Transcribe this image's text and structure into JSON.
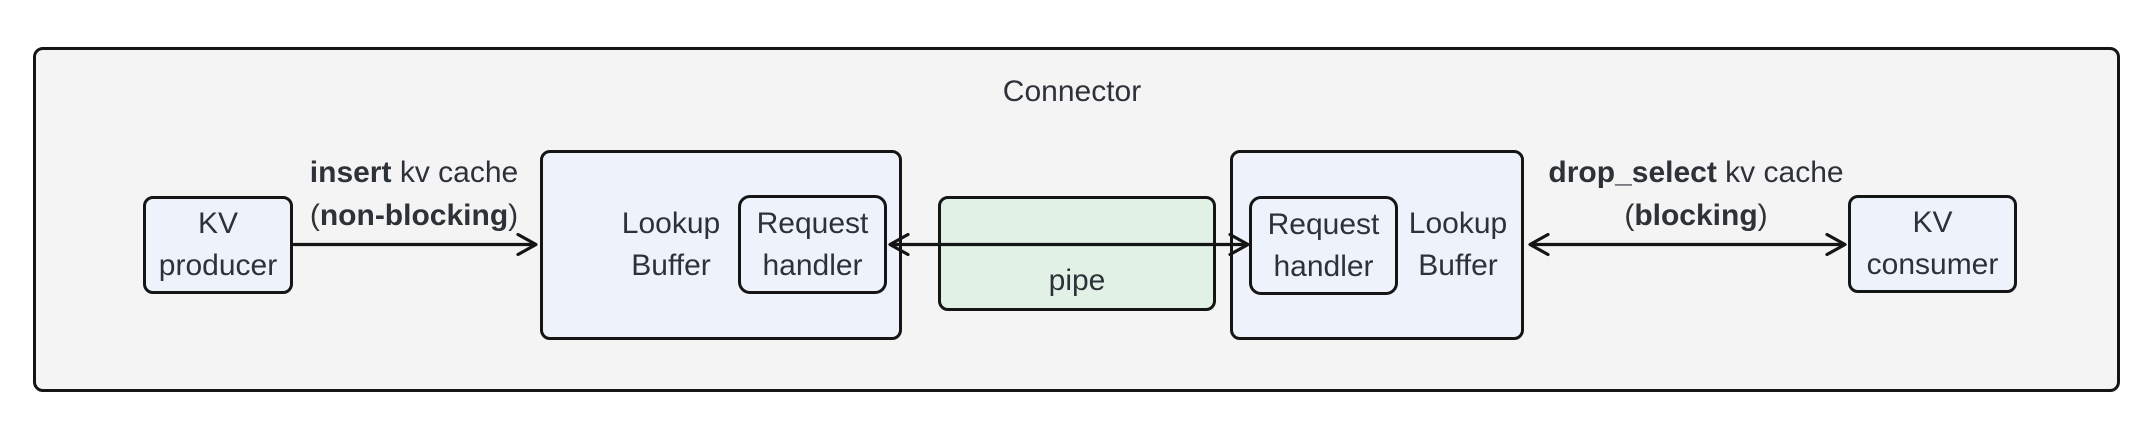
{
  "title": "Connector",
  "colors": {
    "background": "#ffffff",
    "container_fill": "#f4f4f4",
    "node_fill": "#eef2fb",
    "pipe_fill": "#e2f1e6",
    "border": "#151515",
    "text": "#2d3238"
  },
  "nodes": {
    "kv_producer": {
      "line1": "KV",
      "line2": "producer"
    },
    "lookup_buffer_left": {
      "line1": "Lookup",
      "line2": "Buffer"
    },
    "request_handler_left": {
      "line1": "Request",
      "line2": "handler"
    },
    "pipe": {
      "label": "pipe"
    },
    "request_handler_right": {
      "line1": "Request",
      "line2": "handler"
    },
    "lookup_buffer_right": {
      "line1": "Lookup",
      "line2": "Buffer"
    },
    "kv_consumer": {
      "line1": "KV",
      "line2": "consumer"
    }
  },
  "edges": {
    "insert": {
      "bold1": "insert",
      "rest1": " kv cache",
      "pre2": "(",
      "bold2": "non-blocking",
      "post2": ")"
    },
    "drop_select": {
      "bold1": "drop_select",
      "rest1": " kv cache",
      "pre2": "(",
      "bold2": "blocking",
      "post2": ")"
    }
  }
}
